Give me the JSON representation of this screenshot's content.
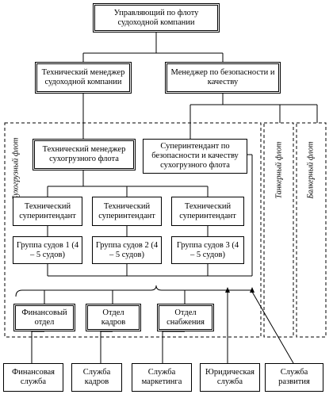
{
  "top": {
    "label": "Управляющий по флоту судоходной компании"
  },
  "managers": {
    "technical": "Технический менеджер судоходной компании",
    "safety": "Менеджер по безопасности и качеству"
  },
  "dry_cargo": {
    "side_label": "Сухогрузный флот",
    "tech_manager": "Технический менеджер сухогрузного флота",
    "safety_superintendent": "Суперинтендант по безопасности и качеству сухогрузного флота",
    "superintendents": [
      "Технический суперинтендант",
      "Технический суперинтендант",
      "Технический суперинтендант"
    ],
    "vessel_groups": [
      "Группа судов 1 (4 – 5 судов)",
      "Группа судов 2 (4 – 5 судов)",
      "Группа судов 3 (4 – 5 судов)"
    ]
  },
  "other_fleets": {
    "tanker": "Танкерный флот",
    "bulk": "Балкерный флот"
  },
  "departments": [
    "Финансовый отдел",
    "Отдел кадров",
    "Отдел снабжения"
  ],
  "services": [
    "Финансовая служба",
    "Служба кадров",
    "Служба маркетинга",
    "Юридическая служба",
    "Служба развития"
  ]
}
